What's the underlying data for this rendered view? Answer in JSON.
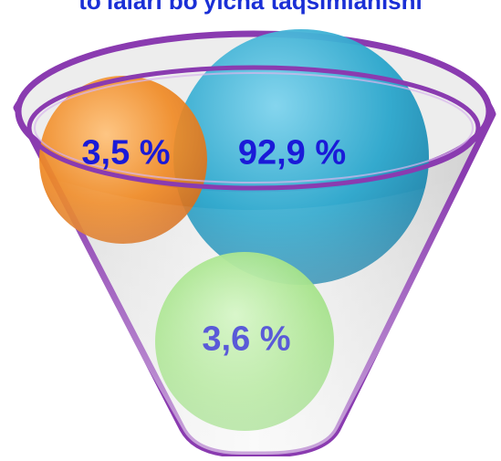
{
  "title": "to'lalari bo'yicha taqsimlanishi",
  "segments": [
    {
      "key": "orange",
      "label": "3,5 %",
      "value": 3.5,
      "color": "#f08a24",
      "text_color": "#1a1ad8"
    },
    {
      "key": "blue",
      "label": "92,9 %",
      "value": 92.9,
      "color": "#2aa6cc",
      "text_color": "#1a1ad8"
    },
    {
      "key": "green",
      "label": "3,6 %",
      "value": 3.6,
      "color": "#8fdc6c",
      "text_color": "#5a5ad8"
    }
  ],
  "colors": {
    "funnel_rim": "#8a3bb0",
    "funnel_fill": "#e9e9e9",
    "title": "#1a2fd6"
  }
}
